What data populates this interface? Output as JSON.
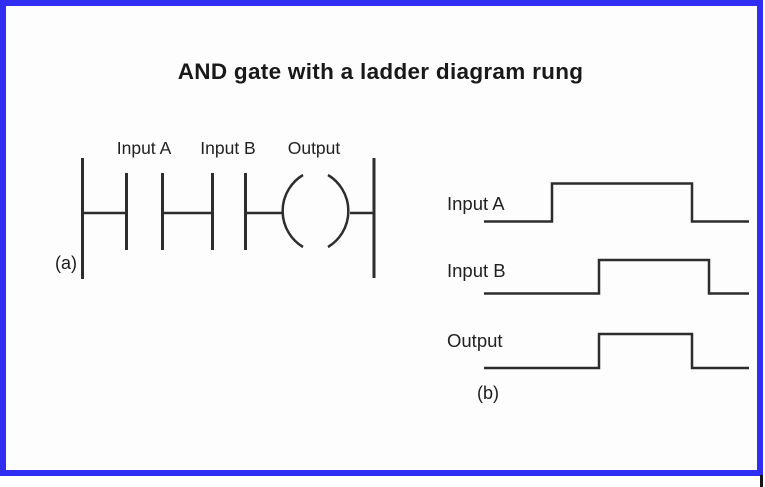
{
  "title": "AND gate with a ladder diagram rung",
  "colors": {
    "frame_blue": "#2f2ef2",
    "line": "#2d2d2d",
    "text": "#212121",
    "background": "#fdfdfd"
  },
  "ladder": {
    "figure_label": "(a)",
    "contact_labels": [
      "Input A",
      "Input B"
    ],
    "coil_label": "Output"
  },
  "timing": {
    "figure_label": "(b)",
    "baseline_start": 484,
    "baseline_end": 749,
    "rows": [
      {
        "label": "Input A",
        "pulse_start": 552,
        "pulse_end": 692
      },
      {
        "label": "Input B",
        "pulse_start": 599,
        "pulse_end": 709
      },
      {
        "label": "Output",
        "pulse_start": 599,
        "pulse_end": 692
      }
    ]
  }
}
